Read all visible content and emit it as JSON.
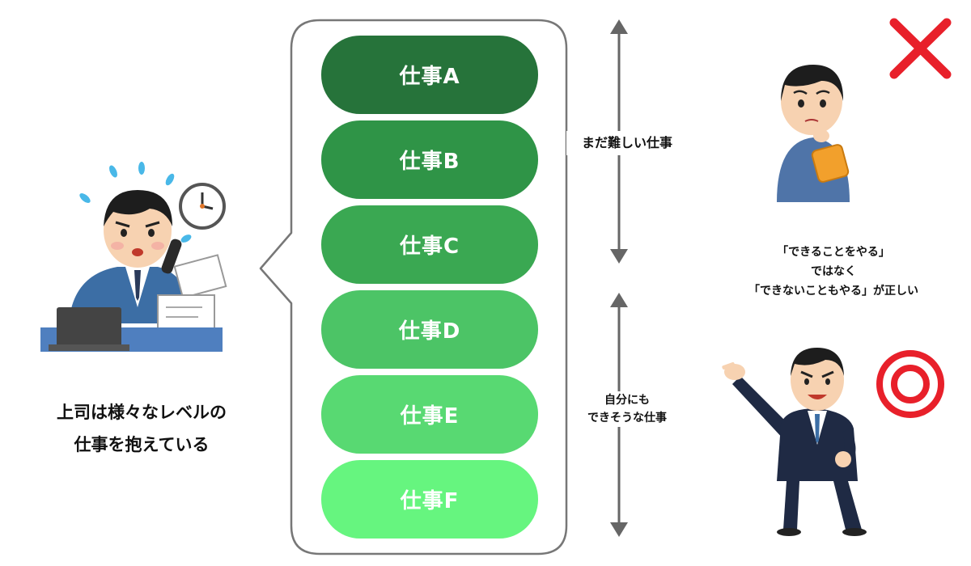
{
  "jobs": [
    {
      "label": "仕事A",
      "color": "#26733a"
    },
    {
      "label": "仕事B",
      "color": "#2f9447"
    },
    {
      "label": "仕事C",
      "color": "#3aa852"
    },
    {
      "label": "仕事D",
      "color": "#4cc466"
    },
    {
      "label": "仕事E",
      "color": "#58d972"
    },
    {
      "label": "仕事F",
      "color": "#66f57f"
    }
  ],
  "caption": {
    "line1": "上司は様々なレベルの",
    "line2": "仕事を抱えている"
  },
  "difficult_label": "まだ難しい仕事",
  "easy_label": {
    "line1": "自分にも",
    "line2": "できそうな仕事"
  },
  "note": {
    "line1": "「できることをやる」",
    "line2": "ではなく",
    "line3": "「できないこともやる」が正しい"
  },
  "colors": {
    "wrong_mark": "#e8202a",
    "correct_mark": "#e8202a",
    "arrow": "#666666",
    "bubble_border": "#777777"
  }
}
